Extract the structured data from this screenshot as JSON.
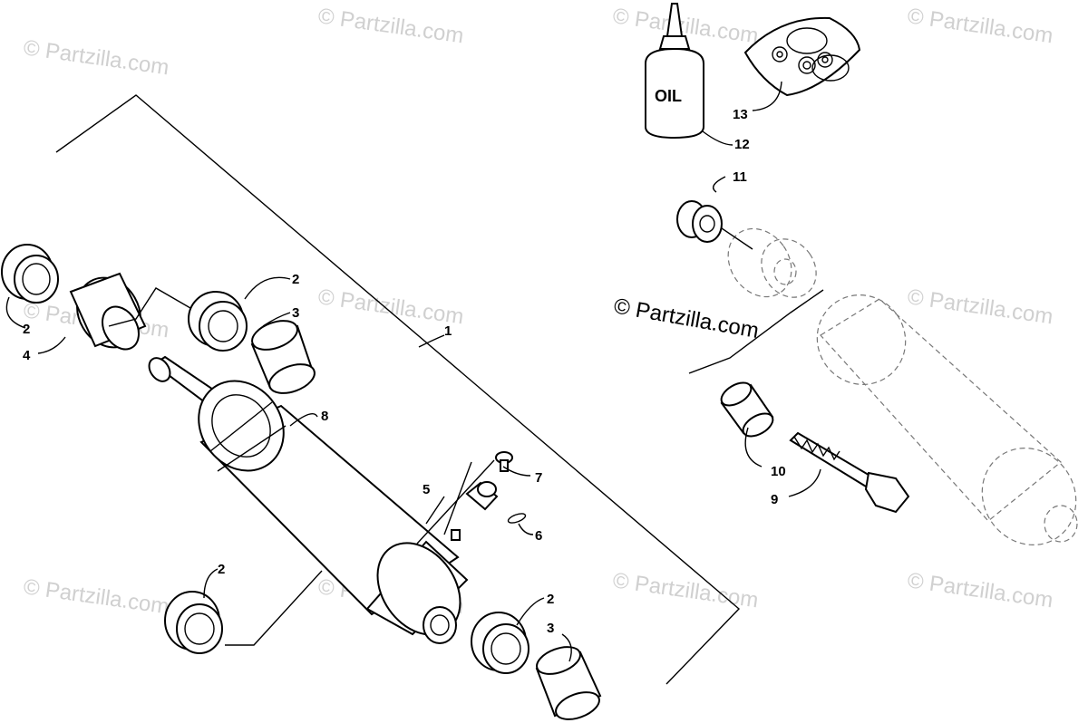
{
  "watermark": "© Partzilla.com",
  "credit": "© Partzilla.com",
  "bottle_label": "OIL",
  "callouts": {
    "c1": "1",
    "c2a": "2",
    "c2b": "2",
    "c2c": "2",
    "c2d": "2",
    "c3a": "3",
    "c3b": "3",
    "c4": "4",
    "c5": "5",
    "c6": "6",
    "c7": "7",
    "c8": "8",
    "c9": "9",
    "c10": "10",
    "c11": "11",
    "c12": "12",
    "c13": "13"
  }
}
